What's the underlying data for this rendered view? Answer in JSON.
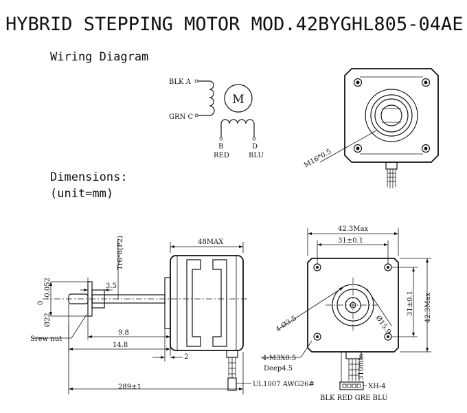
{
  "title": "HYBRID STEPPING MOTOR MOD.42BYGHL805-04AE",
  "wiring": {
    "heading": "Wiring Diagram",
    "motor_symbol": "M",
    "wire_a": "BLK A",
    "wire_c": "GRN C",
    "wire_b_letter": "B",
    "wire_b_color": "RED",
    "wire_d_letter": "D",
    "wire_d_color": "BLU"
  },
  "front_top": {
    "thread_label": "M16*0.5"
  },
  "dimensions": {
    "heading": "Dimensions:",
    "unit": "(unit=mm)"
  },
  "side_view": {
    "screw_thread": "Tr6*8(P2)",
    "body_length": "48MAX",
    "nut_width": "3.5",
    "shaft_tol_top": "0",
    "shaft_tol_bottom": "-0.052",
    "shaft_dia": "Ø22",
    "dim_9_8": "9.8",
    "dim_14_8": "14.8",
    "dim_2": "2",
    "total_length": "289±1",
    "screw_nut_label": "Srew nut",
    "cable_label": "UL1007 AWG26#"
  },
  "front_view": {
    "width_max": "42.3Max",
    "hole_spacing_h": "31±0.1",
    "hole_spacing_v": "31±0.1",
    "height_max": "42.3Max",
    "hole_dia": "4-Ø3.5",
    "boss_dia": "Ø15.9",
    "screw_holes": "4-M3X0.5",
    "depth": "Deep4.5",
    "lead_length": "310min",
    "connector": "XH-4",
    "wire_colors": "BLK RED GRE BLU"
  }
}
